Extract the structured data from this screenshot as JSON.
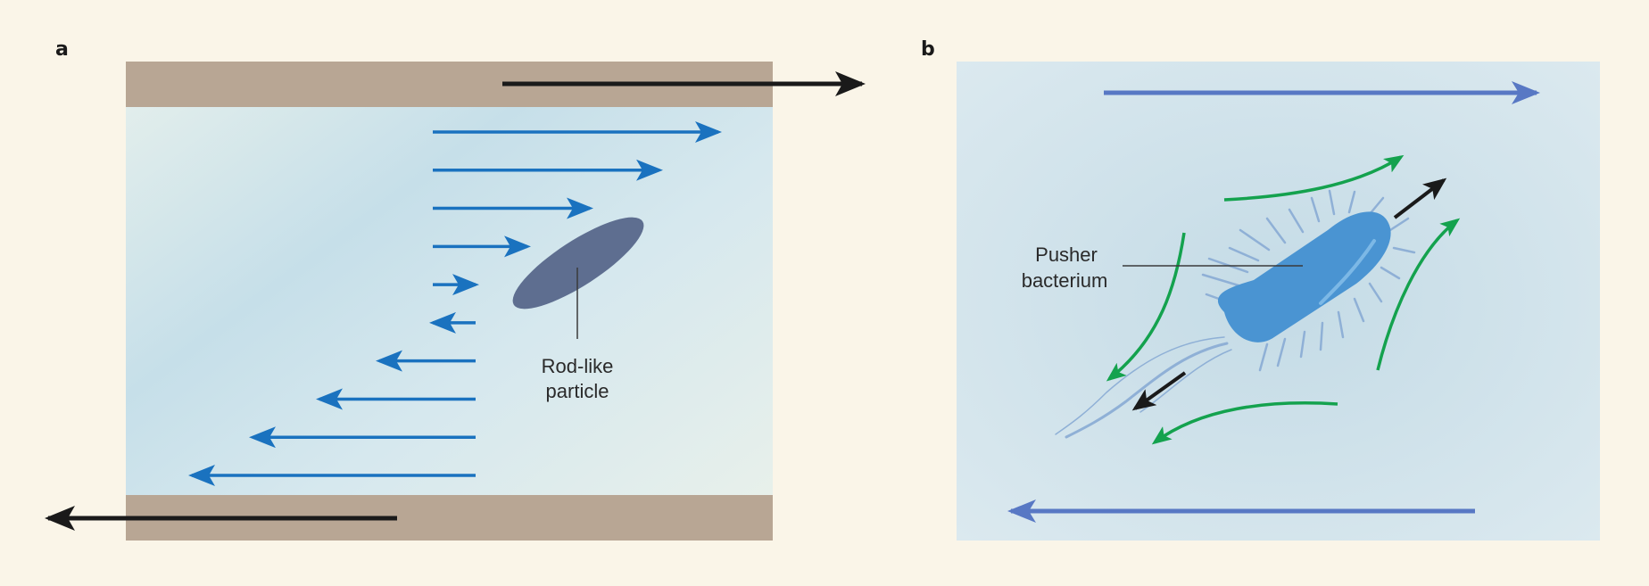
{
  "panel_a": {
    "letter": "a",
    "label_line1": "Rod-like",
    "label_line2": "particle",
    "flow_arrow_lengths": [
      320,
      254,
      176,
      106,
      48,
      -48,
      -108,
      -175,
      -250,
      -318
    ]
  },
  "panel_b": {
    "letter": "b",
    "label_line1": "Pusher",
    "label_line2": "bacterium"
  },
  "colors": {
    "background": "#faf5e8",
    "wall": "#b8a694",
    "fluid": "#d4e6ec",
    "flow_arrow": "#1a72bf",
    "shear_arrow_b": "#5878c4",
    "particle": "#5e6e90",
    "bacterium": "#4a94d2",
    "flagella": "#8fb0d6",
    "eddy_arrow": "#14a24e",
    "black_arrow": "#1a1a1a"
  }
}
